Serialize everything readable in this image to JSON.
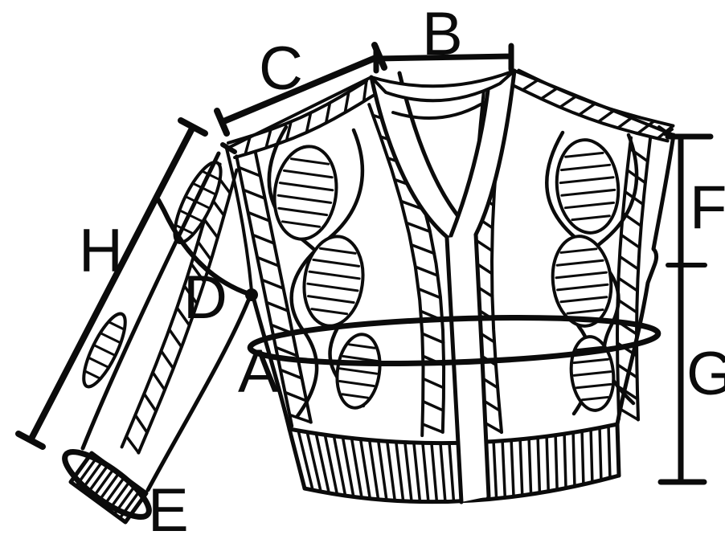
{
  "figure": {
    "kind": "knitting-pattern-schematic",
    "subject": "cable-knit v-neck cardigan with measurement markers"
  },
  "colors": {
    "ink": "#0b0b0b",
    "background": "#ffffff"
  },
  "labels": {
    "a": "A",
    "b": "B",
    "c": "C",
    "d": "D",
    "e": "E",
    "f": "F",
    "g": "G",
    "h": "H"
  }
}
